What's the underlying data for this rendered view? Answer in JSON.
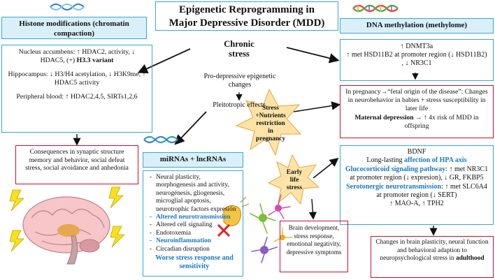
{
  "title": {
    "line1": "Epigenetic Reprogramming in",
    "line2": "Major Depressive Disorder (MDD)"
  },
  "center": {
    "chronic_stress": [
      "Chronic",
      "stress"
    ],
    "pro_depressive": [
      "Pro-depressive epigenetic",
      "changes"
    ],
    "pleiotropic": "Pleitotropic effects"
  },
  "histone": {
    "header": [
      "Histone modifications (chromatin",
      "compaction)"
    ],
    "nucleus_accumbens": {
      "pre": "Nucleus accumbens: ↑ HDAC2, activity, ↓ HDAC5, (+) ",
      "bold": "H3.3 variant"
    },
    "hippocampus": "Hippocampus: ↓ H3/H4 acetylation, ↓ H3K9me, ↑ HDAC5 activity",
    "peripheral": "Peripheral blood: ↑ HDAC2,4,5, SIRTs1,2,6",
    "consequences": "Consequences in synaptic structure memory and behavior, social defeat stress, social avoidance and anhedonia"
  },
  "dna": {
    "header": "DNA methylation (methylome)",
    "line1": "↑ DNMT3a",
    "line2": "↑ met HSD11B2 at promoter region (↓ HSD11B2) , ↓ NR3C1",
    "pregnancy": "In pregnancy→“fetal origin of the disease”: Changes in neurobehavior in babies + stress susceptibility in later life",
    "maternal_bold": "Maternal depression",
    "maternal_rest": " → ↑ 4x risk of MDD in offspring"
  },
  "mirna": {
    "header": "miRNAs + lncRNAs",
    "items": [
      {
        "text": "Neural plasticity, morphogenesis and activity, neurogénesis, gliogenesis, microglial apoptosis, neurotrophic factors expresión",
        "accent": false
      },
      {
        "text": "Altered neurotransmission",
        "accent": true
      },
      {
        "text": "Altered cell signaling",
        "accent": false
      },
      {
        "text": "Endotoxemia",
        "accent": false
      },
      {
        "text": "Neuroinflammation",
        "accent": true
      },
      {
        "text": "Circadian disruption",
        "accent": false
      }
    ],
    "worse": "Worse stress response and sensitivity"
  },
  "pregnancy_star": [
    "Stress",
    "+Nutrients",
    "restriction",
    "in",
    "pregnancy"
  ],
  "early_star": [
    "Early",
    "life",
    "stress"
  ],
  "bdnf": {
    "title": "BDNF",
    "hpa_pre": "Long-lasting ",
    "hpa_accent": "affection of HPA axis",
    "gluco_accent": "Glucocorticoid signaling pathway",
    "gluco_rest": ": ↑ met NR3C1 at promoter region (↓ expresion), ↓ GR, FKBP5",
    "sero_accent": "Serotonergic neurotransmission",
    "sero_rest": ": ↑ met SLC6A4 at promoter region (↓ SERT)",
    "mao": "↑ MAO-A, ↑ TPH2"
  },
  "brain_dev": "Brain development, stress response, emotional negativity, depressive symptoms",
  "adulthood": {
    "pre": "Changes in brain plasticity, neural function and behavioral adaption to neuropsychological stress in ",
    "bold": "adulthood"
  },
  "colors": {
    "blue_border": "#35a7d8",
    "red_border": "#c8102e",
    "accent_text": "#1a78c2",
    "header_fill": "#d9f0fb",
    "star_fill": "#fde3a7"
  }
}
